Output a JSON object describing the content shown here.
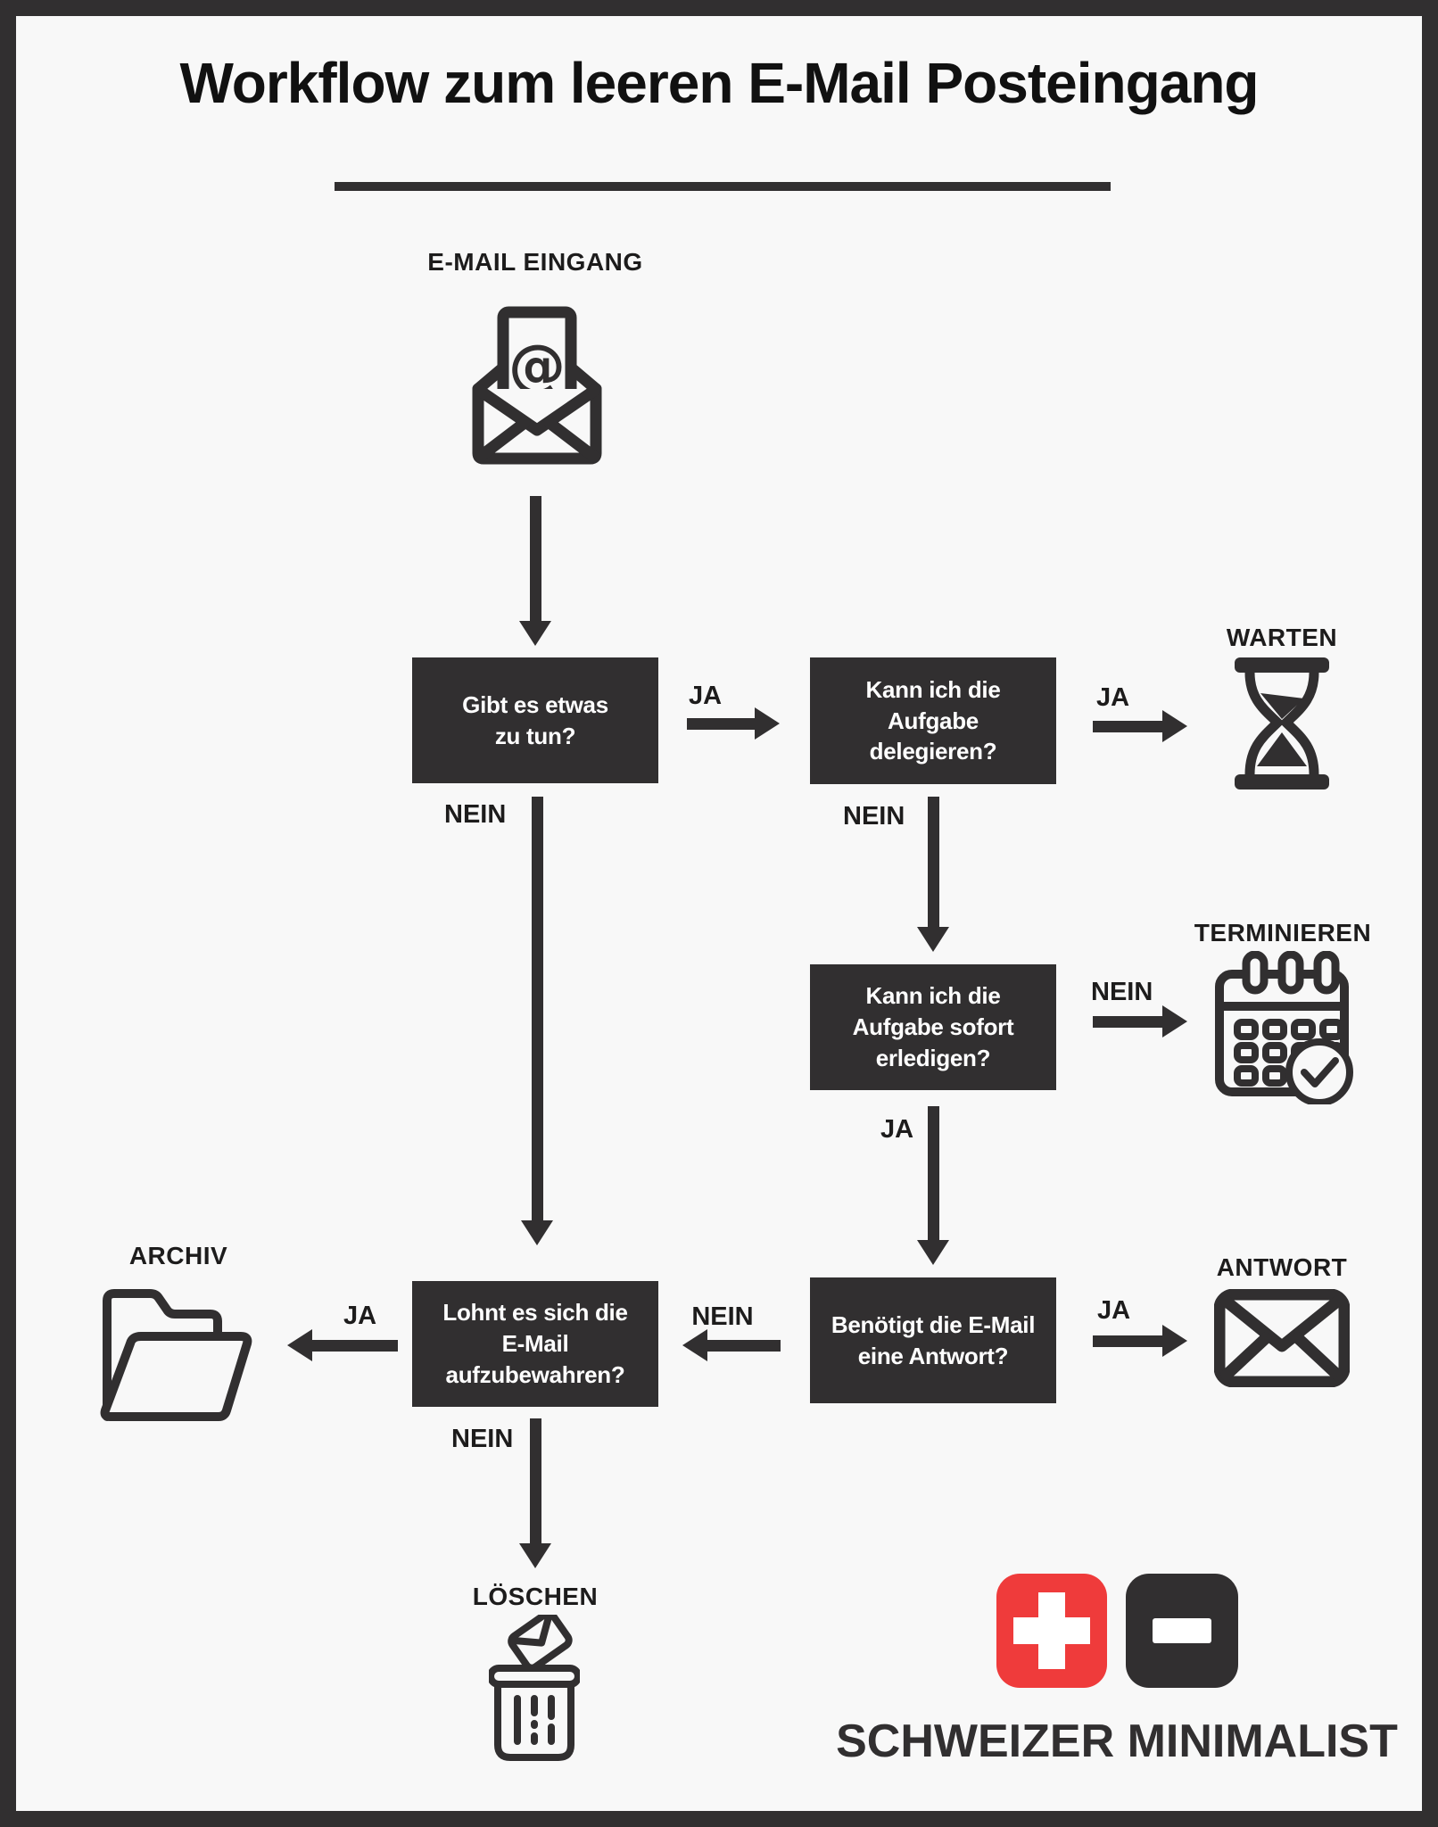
{
  "title": "Workflow zum leeren E-Mail Posteingang",
  "colors": {
    "background": "#f8f8f8",
    "ink": "#312f30",
    "box_fill": "#312f30",
    "box_text": "#ffffff",
    "logo_red": "#ef3b3b"
  },
  "start": {
    "label": "E-MAIL EINGANG",
    "icon": "open-envelope-at-icon"
  },
  "decisions": {
    "todo": {
      "text": "Gibt es etwas\nzu tun?"
    },
    "delegate": {
      "text": "Kann ich die\nAufgabe\ndelegieren?"
    },
    "immediate": {
      "text": "Kann ich die\nAufgabe sofort\nerledigen?"
    },
    "reply": {
      "text": "Benötigt die E-Mail\neine Antwort?"
    },
    "keep": {
      "text": "Lohnt es sich die\nE-Mail\naufzubewahren?"
    }
  },
  "edges": {
    "todo_yes": "JA",
    "todo_no": "NEIN",
    "delegate_yes": "JA",
    "delegate_no": "NEIN",
    "immediate_no": "NEIN",
    "immediate_yes": "JA",
    "reply_yes": "JA",
    "reply_no": "NEIN",
    "keep_yes": "JA",
    "keep_no": "NEIN"
  },
  "terminals": {
    "warten": {
      "label": "WARTEN",
      "icon": "hourglass-icon"
    },
    "terminieren": {
      "label": "TERMINIEREN",
      "icon": "calendar-check-icon"
    },
    "antwort": {
      "label": "ANTWORT",
      "icon": "closed-envelope-icon"
    },
    "archiv": {
      "label": "ARCHIV",
      "icon": "open-folder-icon"
    },
    "loeschen": {
      "label": "LÖSCHEN",
      "icon": "trash-envelope-icon"
    }
  },
  "logo": {
    "brand": "SCHWEIZER MINIMALIST",
    "plus_tile": "swiss-cross",
    "minus_tile": "minus"
  }
}
